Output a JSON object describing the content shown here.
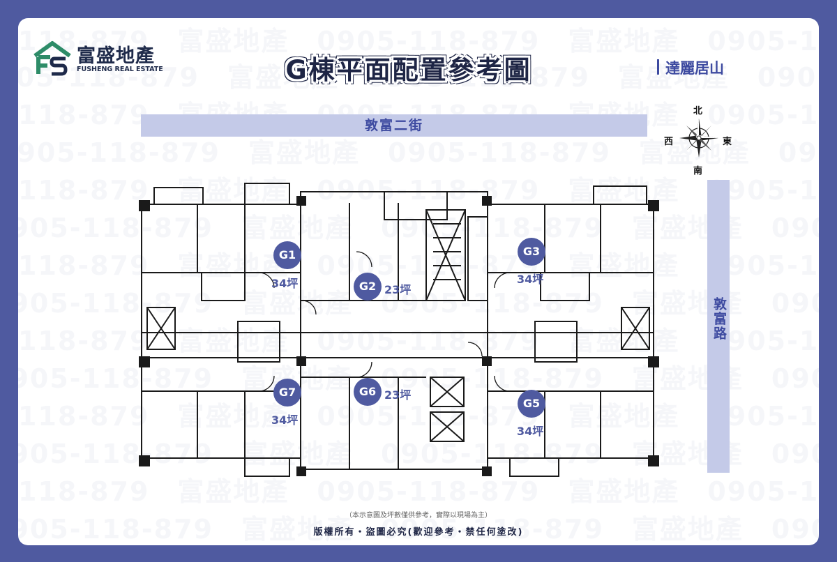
{
  "watermark": {
    "rows": [
      "118-879　富盛地產　0905-118-879　富盛地產　0905-118-879　富盛地產　0905-118",
      "0905-118-879　富盛地產　0905-118-879　富盛地產　0905-118-879　富盛地產　0905-118-879",
      "118-879　富盛地產　0905-118-879　富盛地產　0905-118-879　富盛地產　0905-118",
      "0905-118-879　富盛地產　0905-118-879　富盛地產　0905-118-879　富盛地產　0905-118-879",
      "118-879　富盛地產　0905-118-879　富盛地產　0905-118-879　富盛地產　0905-118",
      "0905-118-879　富盛地產　0905-118-879　富盛地產　0905-118-879　富盛地產　0905-118-879",
      "118-879　富盛地產　0905-118-879　富盛地產　0905-118-879　富盛地產　0905-118",
      "0905-118-879　富盛地產　0905-118-879　富盛地產　0905-118-879　富盛地產　0905-118-879",
      "118-879　富盛地產　0905-118-879　富盛地產　0905-118-879　富盛地產　0905-118",
      "0905-118-879　富盛地產　0905-118-879　富盛地產　0905-118-879　富盛地產　0905-118-879",
      "118-879　富盛地產　0905-118-879　富盛地產　0905-118-879　富盛地產　0905-118",
      "0905-118-879　富盛地產　0905-118-879　富盛地產　0905-118-879　富盛地產　0905-118-879",
      "118-879　富盛地產　0905-118-879　富盛地產　0905-118-879　富盛地產　0905-118",
      "0905-118-879　富盛地產　0905-118-879　富盛地產　0905-118-879　富盛地產　0905-118-879"
    ]
  },
  "logo": {
    "name_cn": "富盛地產",
    "name_en": "FUSHENG REAL ESTATE",
    "icon": "house-fs-logo-icon",
    "colors": {
      "green": "#2e8c68",
      "dark": "#1e2a4a"
    }
  },
  "title": "G棟平面配置參考圖",
  "project_name": "達麗居山",
  "streets": {
    "top": "敦富二街",
    "right": "敦富路"
  },
  "compass": {
    "north": "北",
    "south": "南",
    "east": "東",
    "west": "西",
    "icon": "compass-rose-icon"
  },
  "units": [
    {
      "id": "G1",
      "area": "34坪"
    },
    {
      "id": "G2",
      "area": "23坪"
    },
    {
      "id": "G3",
      "area": "34坪"
    },
    {
      "id": "G7",
      "area": "34坪"
    },
    {
      "id": "G6",
      "area": "23坪"
    },
    {
      "id": "G5",
      "area": "34坪"
    }
  ],
  "footnote": "（本示意圖及坪數僅供參考，實際以現場為主）",
  "copyright": "版權所有・盜圖必究(歡迎參考・禁任何塗改)",
  "colors": {
    "frame": "#4f5aa0",
    "street": "#c4cae8",
    "accent": "#3d4aa0",
    "badge": "#4f5aa0"
  }
}
